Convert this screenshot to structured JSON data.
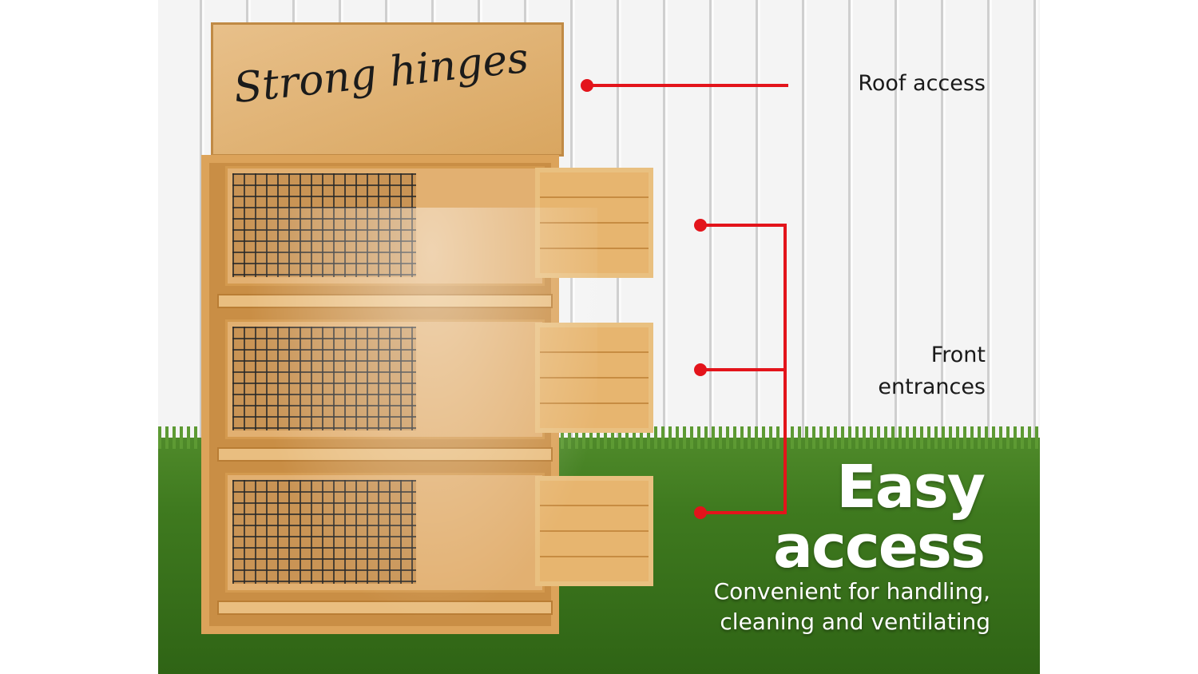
{
  "hinge_note": "Strong hinges",
  "callouts": {
    "roof": "Roof access",
    "front_line1": "Front",
    "front_line2": "entrances"
  },
  "headline": {
    "line1": "Easy",
    "line2": "access"
  },
  "subtitle": {
    "line1": "Convenient for handling,",
    "line2": "cleaning and ventilating"
  },
  "colors": {
    "accent": "#e3141b",
    "wood": "#dca35a",
    "grass": "#3f7a1f"
  }
}
